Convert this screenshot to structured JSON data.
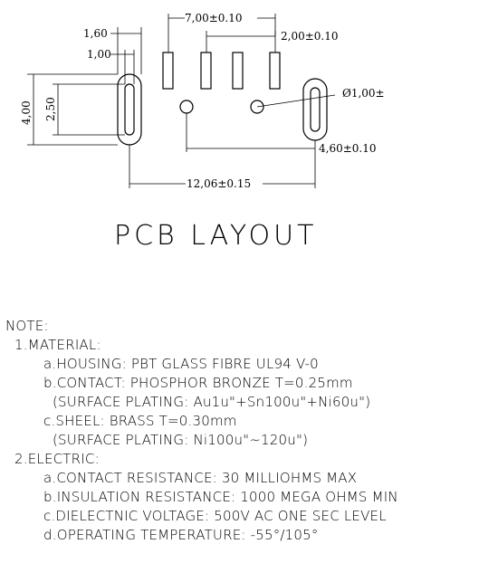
{
  "drawing": {
    "dims": {
      "d_1_60": "1,60",
      "d_1_00": "1,00",
      "d_7_00": "7,00±0.10",
      "d_2_00": "2,00±0.10",
      "d_4_00": "4,00",
      "d_2_50": "2,50",
      "d_dia": "Ø1,00±",
      "d_4_60": "4,60±0.10",
      "d_12_06": "12,06±0.15"
    },
    "title": "PCB LAYOUT"
  },
  "notes": {
    "heading": "NOTE:",
    "material": {
      "title": "1.MATERIAL:",
      "a": "a.HOUSING: PBT GLASS FIBRE UL94 V-0",
      "b": "b.CONTACT: PHOSPHOR BRONZE T=0.25mm",
      "b_plating": "(SURFACE PLATING: Au1u\"+Sn100u\"+Ni60u\")",
      "c": "c.SHEEL: BRASS T=0.30mm",
      "c_plating": "(SURFACE PLATING: Ni100u\"~120u\")"
    },
    "electric": {
      "title": "2.ELECTRIC:",
      "a": "a.CONTACT RESISTANCE: 30 MILLIOHMS MAX",
      "b": "b.INSULATION RESISTANCE: 1000 MEGA OHMS MIN",
      "c": "c.DIELECTNIC VOLTAGE: 500V AC ONE SEC LEVEL",
      "d": "d.OPERATING TEMPERATURE: -55°/105°"
    }
  }
}
